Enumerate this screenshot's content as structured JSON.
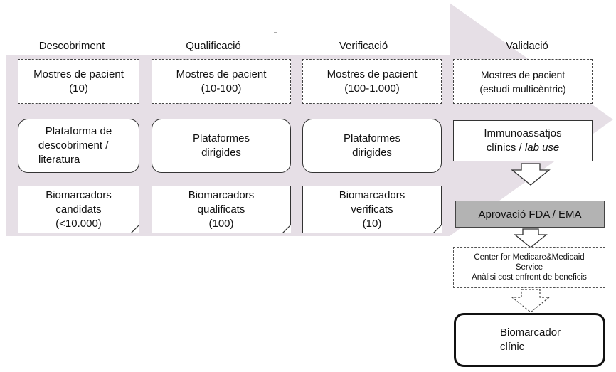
{
  "columns": [
    {
      "header": "Descobriment",
      "samples": [
        "Mostres de pacient",
        "(10)"
      ],
      "platform": [
        "Plataforma de",
        "descobriment /",
        "literatura"
      ],
      "biomarkers": [
        "Biomarcadors",
        "candidats",
        "(<10.000)"
      ]
    },
    {
      "header": "Qualificació",
      "samples": [
        "Mostres de pacient",
        "(10-100)"
      ],
      "platform": [
        "Plataformes",
        "dirigides"
      ],
      "biomarkers": [
        "Biomarcadors",
        "qualificats",
        "(100)"
      ]
    },
    {
      "header": "Verificació",
      "samples": [
        "Mostres de pacient",
        "(100-1.000)"
      ],
      "platform": [
        "Plataformes",
        "dirigides"
      ],
      "biomarkers": [
        "Biomarcadors",
        "verificats",
        "(10)"
      ]
    }
  ],
  "validation": {
    "header": "Validació",
    "samples": [
      "Mostres de pacient",
      "(estudi multicèntric)"
    ],
    "immuno_line1": "Immunoassatjos",
    "immuno_line2_plain": "clínics / ",
    "immuno_line2_italic": "lab use",
    "approval": "Aprovació FDA / EMA",
    "cms": [
      "Center for Medicare&Medicaid",
      "Service",
      "Anàlisi cost enfront de beneficis"
    ],
    "final": [
      "Biomarcador",
      "clínic"
    ]
  },
  "colors": {
    "arrow_fill": "#e6dfe6",
    "approval_fill": "#b3b3b3"
  }
}
